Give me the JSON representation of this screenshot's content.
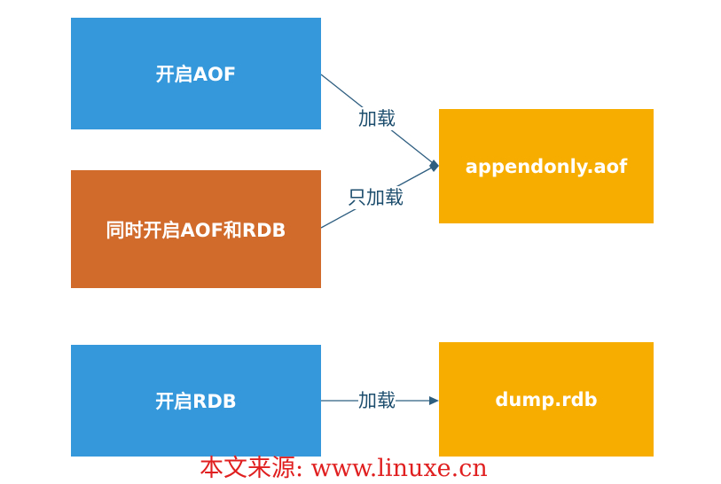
{
  "nodes": {
    "aof": {
      "label": "开启AOF"
    },
    "both": {
      "label": "同时开启AOF和RDB"
    },
    "rdb": {
      "label": "开启RDB"
    },
    "appendonly": {
      "label": "appendonly.aof"
    },
    "dump": {
      "label": "dump.rdb"
    }
  },
  "edges": {
    "aof_to_appendonly": {
      "label": "加载"
    },
    "both_to_appendonly": {
      "label": "只加载"
    },
    "rdb_to_dump": {
      "label": "加载"
    }
  },
  "watermark": {
    "text": "本文来源: www.linuxe.cn"
  },
  "colors": {
    "blue": "#3498db",
    "orange_dark": "#d06b2c",
    "gold": "#f7ad00",
    "connector": "#2e5e80",
    "label": "#1e4e6e",
    "watermark": "#e02020"
  }
}
